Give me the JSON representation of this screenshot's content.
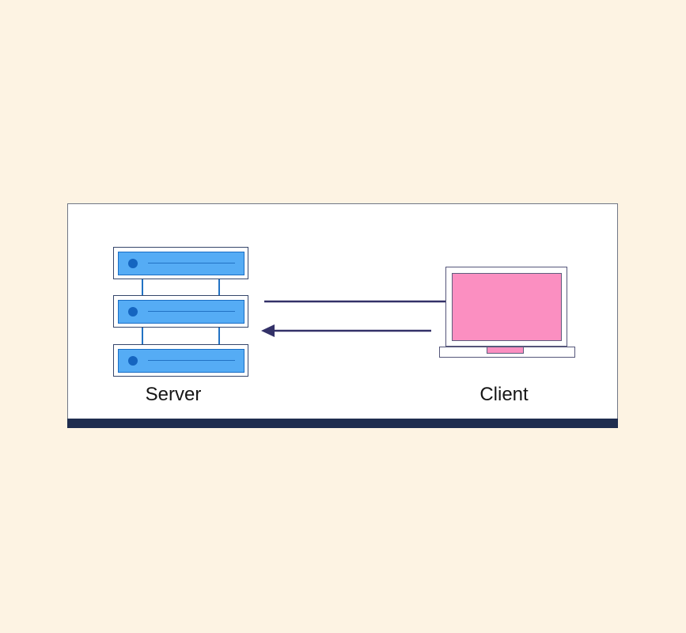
{
  "diagram": {
    "nodes": [
      {
        "id": "server",
        "label": "Server",
        "icon": "server-stack-icon"
      },
      {
        "id": "client",
        "label": "Client",
        "icon": "laptop-icon"
      }
    ],
    "edges": [
      {
        "from": "server",
        "to": "client",
        "direction": "right"
      },
      {
        "from": "client",
        "to": "server",
        "direction": "left"
      }
    ]
  },
  "colors": {
    "page-bg": "#fdf3e3",
    "card-bg": "#ffffff",
    "card-border": "#707786",
    "card-bar": "#1f2d4f",
    "arrow": "#333168",
    "server-outer-border": "#35466b",
    "server-fill": "#55acf5",
    "server-border": "#1a6ec5",
    "server-dot": "#1565c0",
    "server-line": "#2272c4",
    "connector": "#2272c4",
    "laptop-border": "#55567a",
    "screen-fill": "#fb8fc1",
    "screen-border": "#5d5e7e"
  }
}
